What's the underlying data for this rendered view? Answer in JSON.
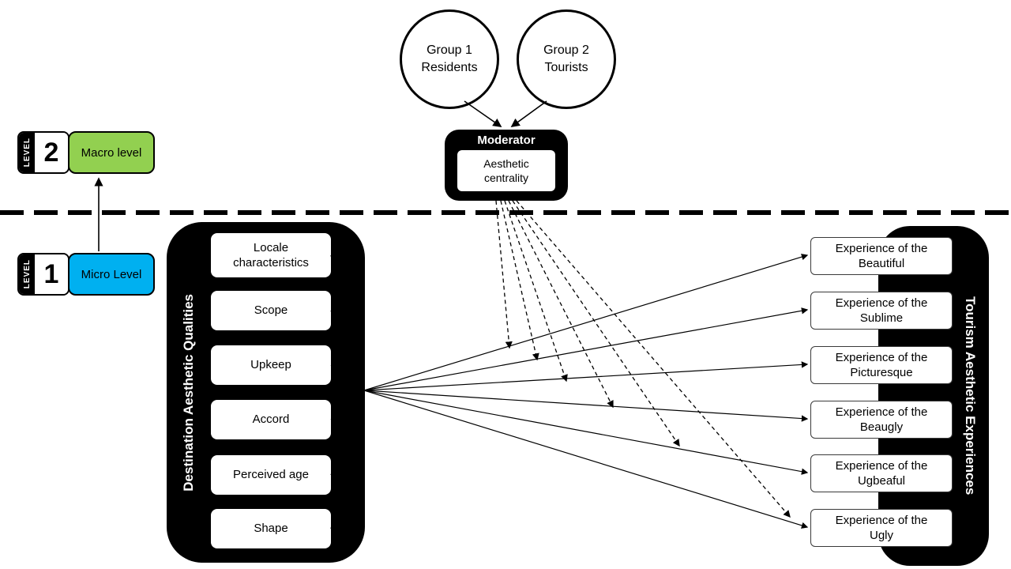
{
  "groups": {
    "group1": "Group 1\nResidents",
    "group2": "Group 2\nTourists"
  },
  "moderator": {
    "title": "Moderator",
    "variable": "Aesthetic\ncentrality"
  },
  "levels": {
    "level2": {
      "tab": "LEVEL",
      "number": "2",
      "label": "Macro level",
      "color": "#92d050"
    },
    "level1": {
      "tab": "LEVEL",
      "number": "1",
      "label": "Micro Level",
      "color": "#00b0f0"
    }
  },
  "left_panel": {
    "title": "Destination Aesthetic Qualities",
    "items": [
      "Locale\ncharacteristics",
      "Scope",
      "Upkeep",
      "Accord",
      "Perceived age",
      "Shape"
    ]
  },
  "right_panel": {
    "title": "Tourism Aesthetic Experiences",
    "items": [
      "Experience of the\nBeautiful",
      "Experience of the\nSublime",
      "Experience of the\nPicturesque",
      "Experience of the\nBeaugly",
      "Experience of the\nUgbeaful",
      "Experience of the\nUgly"
    ]
  }
}
